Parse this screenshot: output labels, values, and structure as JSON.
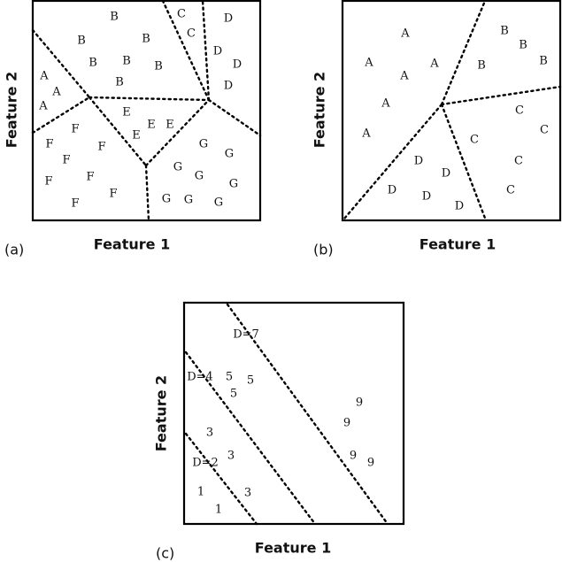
{
  "panels": [
    {
      "label": "(a)",
      "xlabel": "Feature 1",
      "ylabel": "Feature 2",
      "points": [
        "B",
        "B",
        "B",
        "B",
        "B",
        "B",
        "B",
        "C",
        "C",
        "D",
        "D",
        "D",
        "D",
        "A",
        "A",
        "A",
        "F",
        "F",
        "F",
        "F",
        "F",
        "F",
        "F",
        "F",
        "E",
        "E",
        "E",
        "E",
        "G",
        "G",
        "G",
        "G",
        "G",
        "G",
        "G",
        "G"
      ]
    },
    {
      "label": "(b)",
      "xlabel": "Feature 1",
      "ylabel": "Feature 2",
      "points": [
        "A",
        "A",
        "A",
        "A",
        "A",
        "A",
        "B",
        "B",
        "B",
        "B",
        "C",
        "C",
        "C",
        "C",
        "C",
        "D",
        "D",
        "D",
        "D",
        "D",
        "D"
      ]
    },
    {
      "label": "(c)",
      "xlabel": "Feature 1",
      "ylabel": "Feature 2",
      "points": [
        "5",
        "5",
        "5",
        "3",
        "3",
        "3",
        "1",
        "1",
        "9",
        "9",
        "9",
        "9"
      ],
      "boundary_labels": [
        "D=7",
        "D=4",
        "D=2"
      ]
    }
  ]
}
